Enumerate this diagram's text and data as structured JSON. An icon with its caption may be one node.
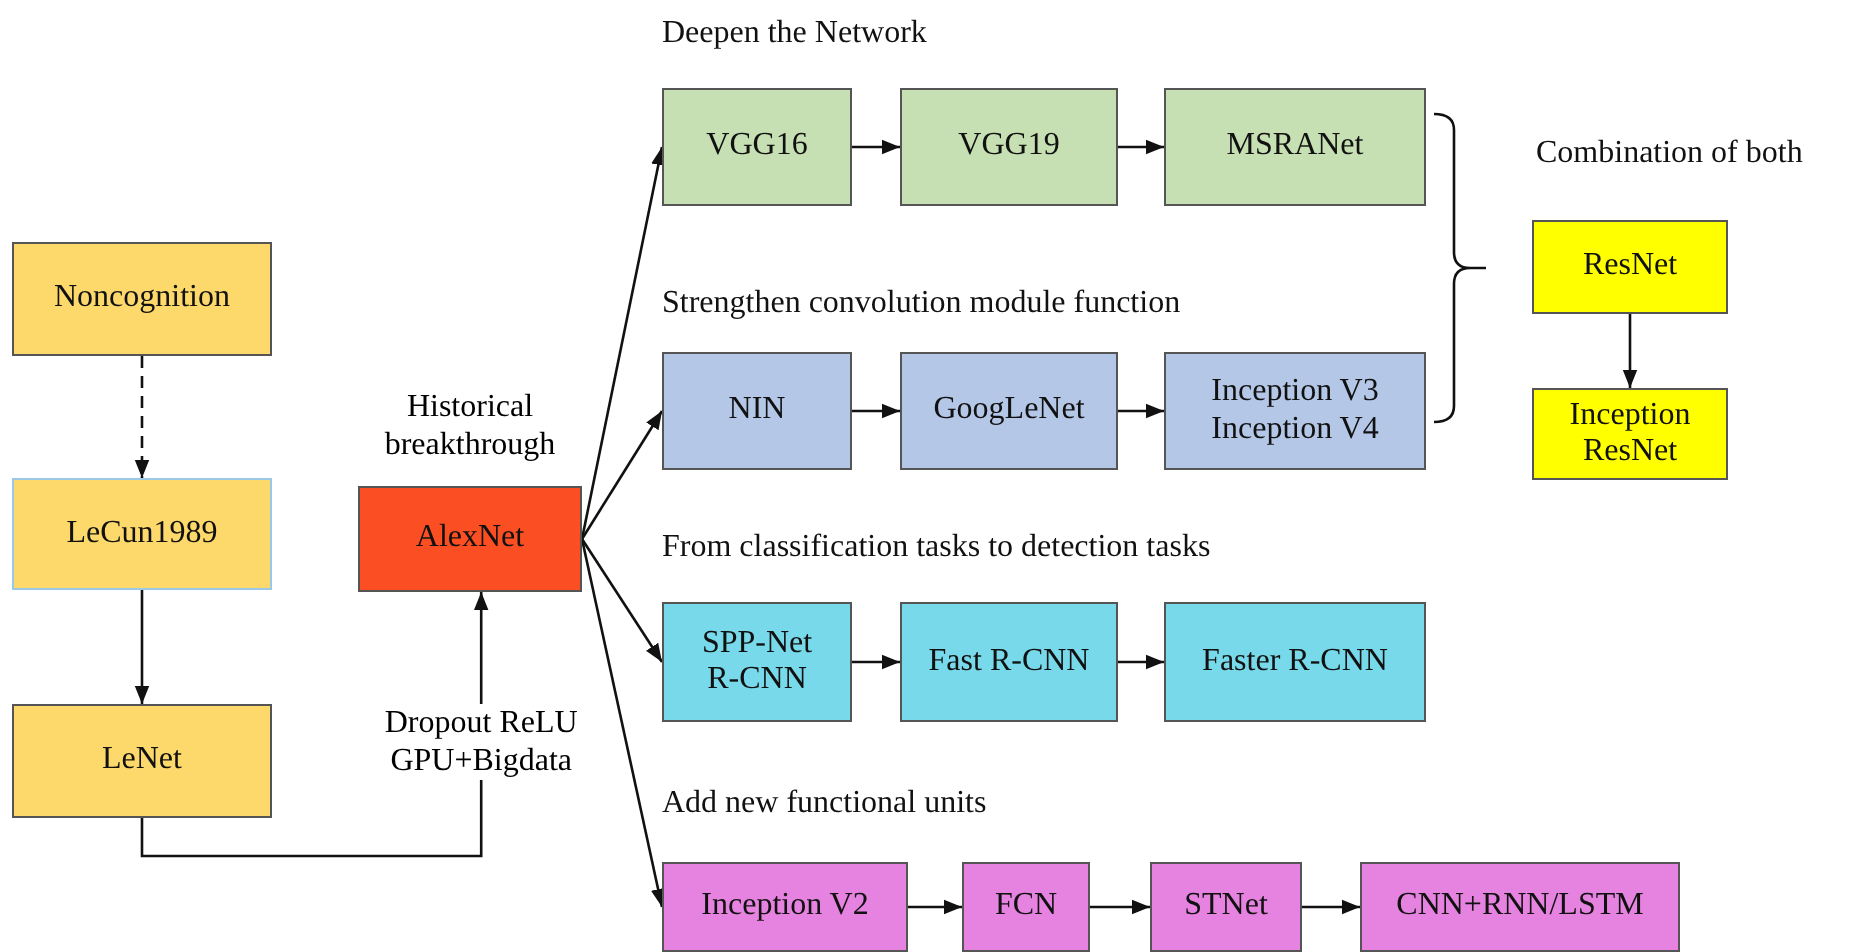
{
  "diagram": {
    "nodes": [
      {
        "text": [
          "Noncognition"
        ]
      },
      {
        "text": [
          "LeCun1989"
        ]
      },
      {
        "text": [
          "LeNet"
        ]
      },
      {
        "text": [
          "AlexNet"
        ],
        "beside": [
          "Historical breakthrough"
        ]
      },
      {
        "text": [
          "VGG16"
        ]
      },
      {
        "text": [
          "VGG19"
        ]
      },
      {
        "text": [
          "MSRANet"
        ]
      },
      {
        "text": [
          "NIN"
        ]
      },
      {
        "text": [
          "GoogLeNet"
        ]
      },
      {
        "text": [
          "Inception V3 Inception V4"
        ]
      },
      {
        "text": [
          "ResNet"
        ]
      },
      {
        "text": [
          "Inception ResNet"
        ]
      },
      {
        "text": [
          "SPP-Net R-CNN"
        ]
      },
      {
        "text": [
          "Fast R-CNN"
        ]
      },
      {
        "text": [
          "Faster R-CNN"
        ]
      },
      {
        "text": [
          "Inception V2"
        ]
      },
      {
        "text": [
          "FCN"
        ]
      },
      {
        "text": [
          "STNet"
        ]
      },
      {
        "text": [
          "CNN+RNN/LSTM"
        ]
      }
    ],
    "edges": [
      {
        "from": 0,
        "to": 1,
        "arrow": "to",
        "style": "dashed"
      },
      {
        "from": 1,
        "to": 2,
        "arrow": "to"
      },
      {
        "from": 2,
        "to": 3,
        "arrow": "to",
        "label": "Dropout ReLU GPU+Bigdata"
      },
      {
        "from": 3,
        "to": 4,
        "arrow": "to"
      },
      {
        "from": 3,
        "to": 7,
        "arrow": "to"
      },
      {
        "from": 3,
        "to": 12,
        "arrow": "to"
      },
      {
        "from": 3,
        "to": 15,
        "arrow": "to"
      },
      {
        "from": 4,
        "to": 5,
        "arrow": "to"
      },
      {
        "from": 5,
        "to": 6,
        "arrow": "to"
      },
      {
        "from": 7,
        "to": 8,
        "arrow": "to"
      },
      {
        "from": 8,
        "to": 9,
        "arrow": "to"
      },
      {
        "from": 10,
        "to": 11,
        "arrow": "to"
      },
      {
        "from": 12,
        "to": 13,
        "arrow": "to"
      },
      {
        "from": 13,
        "to": 14,
        "arrow": "to"
      },
      {
        "from": 15,
        "to": 16,
        "arrow": "to"
      },
      {
        "from": 16,
        "to": 17,
        "arrow": "to"
      },
      {
        "from": 17,
        "to": 18,
        "arrow": "to"
      }
    ],
    "labels": [
      "Deepen the Network",
      "Combination of both",
      "Strengthen convolution module function",
      "From classification tasks to detection tasks",
      "Add new functional units"
    ]
  }
}
